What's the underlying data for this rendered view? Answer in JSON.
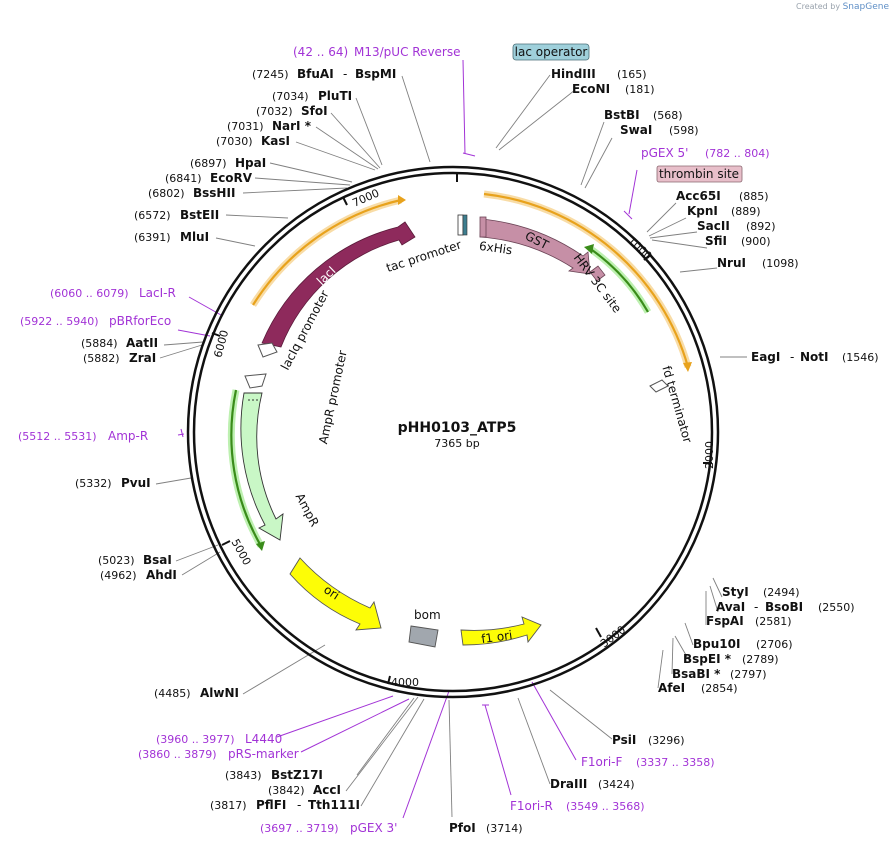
{
  "credit": {
    "prefix": "Created by",
    "brand": "SnapGene"
  },
  "plasmid": {
    "name": "pHH0103_ATP5",
    "size": "7365 bp"
  },
  "ticks": [
    "1000",
    "2000",
    "3000",
    "4000",
    "5000",
    "6000",
    "7000"
  ],
  "features": {
    "laci": "lacI",
    "lacIq_promoter": "lacIq promoter",
    "tac_promoter": "tac promoter",
    "his": "6xHis",
    "gst": "GST",
    "hrv": "HRV 3C site",
    "fd_terminator": "fd terminator",
    "ampr_promoter": "AmpR promoter",
    "ampr": "AmpR",
    "ori": "ori",
    "bom": "bom",
    "f1_ori": "f1 ori"
  },
  "boxed_labels": {
    "lac_operator": "lac operator",
    "thrombin_site": "thrombin site"
  },
  "enzymes_left": [
    {
      "pos": "(7245)",
      "name": "BfuAI",
      "sep": "-",
      "name2": "BspMI"
    },
    {
      "pos": "(7034)",
      "name": "PluTI"
    },
    {
      "pos": "(7032)",
      "name": "SfoI"
    },
    {
      "pos": "(7031)",
      "name": "NarI *"
    },
    {
      "pos": "(7030)",
      "name": "KasI"
    },
    {
      "pos": "(6897)",
      "name": "HpaI"
    },
    {
      "pos": "(6841)",
      "name": "EcoRV"
    },
    {
      "pos": "(6802)",
      "name": "BssHII"
    },
    {
      "pos": "(6572)",
      "name": "BstEII"
    },
    {
      "pos": "(6391)",
      "name": "MluI"
    },
    {
      "pos": "(5884)",
      "name": "AatII"
    },
    {
      "pos": "(5882)",
      "name": "ZraI"
    },
    {
      "pos": "(5332)",
      "name": "PvuI"
    },
    {
      "pos": "(5023)",
      "name": "BsaI"
    },
    {
      "pos": "(4962)",
      "name": "AhdI"
    },
    {
      "pos": "(4485)",
      "name": "AlwNI"
    },
    {
      "pos": "(3843)",
      "name": "BstZ17I"
    },
    {
      "pos": "(3842)",
      "name": "AccI"
    },
    {
      "pos": "(3817)",
      "name": "PflFI",
      "sep": "-",
      "name2": "Tth111I"
    }
  ],
  "enzymes_right": [
    {
      "name": "HindIII",
      "pos": "(165)"
    },
    {
      "name": "EcoNI",
      "pos": "(181)"
    },
    {
      "name": "BstBI",
      "pos": "(568)"
    },
    {
      "name": "SwaI",
      "pos": "(598)"
    },
    {
      "name": "Acc65I",
      "pos": "(885)"
    },
    {
      "name": "KpnI",
      "pos": "(889)"
    },
    {
      "name": "SacII",
      "pos": "(892)"
    },
    {
      "name": "SfiI",
      "pos": "(900)"
    },
    {
      "name": "NruI",
      "pos": "(1098)"
    },
    {
      "name": "EagI",
      "sep": "-",
      "name2": "NotI",
      "pos": "(1546)"
    },
    {
      "name": "StyI",
      "pos": "(2494)"
    },
    {
      "name": "AvaI",
      "sep": "-",
      "name2": "BsoBI",
      "pos": "(2550)"
    },
    {
      "name": "FspAI",
      "pos": "(2581)"
    },
    {
      "name": "Bpu10I",
      "pos": "(2706)"
    },
    {
      "name": "BspEI *",
      "pos": "(2789)"
    },
    {
      "name": "BsaBI *",
      "pos": "(2797)"
    },
    {
      "name": "AfeI",
      "pos": "(2854)"
    },
    {
      "name": "PsiI",
      "pos": "(3296)"
    },
    {
      "name": "DraIII",
      "pos": "(3424)"
    },
    {
      "name": "PfoI",
      "pos": "(3714)"
    }
  ],
  "primers": [
    {
      "range": "(42 .. 64)",
      "name": "M13/pUC Reverse"
    },
    {
      "range": "(782 .. 804)",
      "name": "pGEX 5'"
    },
    {
      "range": "(6060 .. 6079)",
      "name": "LacI-R"
    },
    {
      "range": "(5922 .. 5940)",
      "name": "pBRforEco"
    },
    {
      "range": "(5512 .. 5531)",
      "name": "Amp-R"
    },
    {
      "range": "(3960 .. 3977)",
      "name": "L4440"
    },
    {
      "range": "(3860 .. 3879)",
      "name": "pRS-marker"
    },
    {
      "range": "(3697 .. 3719)",
      "name": "pGEX 3'"
    },
    {
      "name": "F1ori-F",
      "range": "(3337 .. 3358)"
    },
    {
      "name": "F1ori-R",
      "range": "(3549 .. 3568)"
    }
  ],
  "colors": {
    "primer": "#a233d6",
    "lacI": "#8e2a5c",
    "gst": "#c68fa6",
    "ampr": "#c9f7c6",
    "ori": "#fdfd06",
    "orange_arrow": "#e8a21c",
    "green_arrow": "#3a8c1a",
    "bom": "#a1a7ae",
    "lac_operator_box": "#9fd0db",
    "thrombin_box": "#e8bfca"
  }
}
